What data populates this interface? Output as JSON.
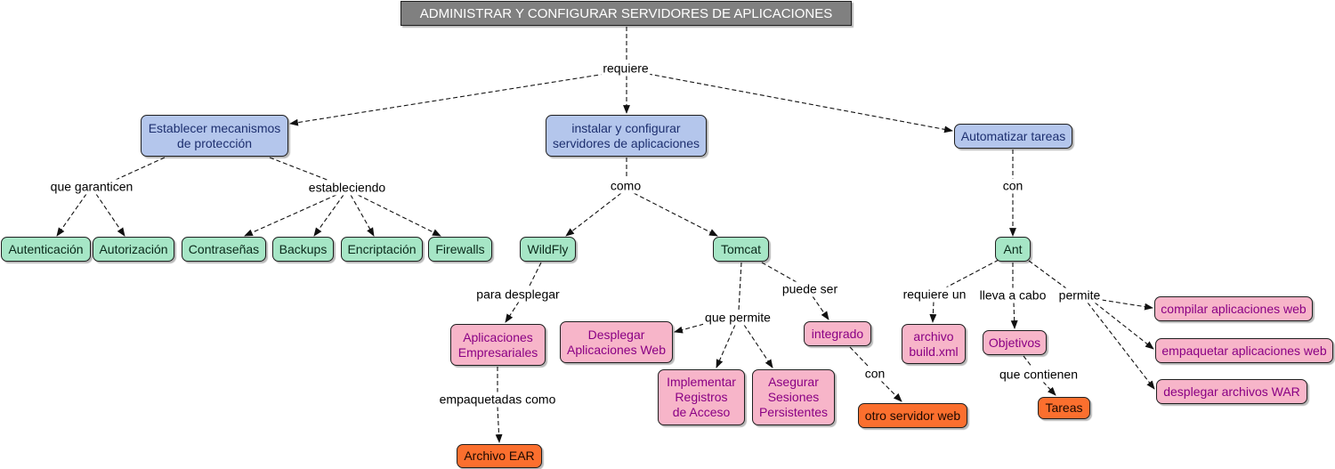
{
  "title": "ADMINISTRAR Y CONFIGURAR SERVIDORES DE APLICACIONES",
  "colors": {
    "title": "#808080",
    "blue": "#b4c6ec",
    "green": "#a6e6c6",
    "pink": "#f7b5c9",
    "orange": "#fb6f2e"
  },
  "concepts": {
    "root": "ADMINISTRAR Y CONFIGURAR SERVIDORES DE APLICACIONES",
    "mecanismos": "Establecer mecanismos\nde protección",
    "instalar": "instalar y configurar\nservidores de aplicaciones",
    "automatizar": "Automatizar tareas",
    "autenticacion": "Autenticación",
    "autorizacion": "Autorización",
    "contrasenas": "Contraseñas",
    "backups": "Backups",
    "encriptacion": "Encriptación",
    "firewalls": "Firewalls",
    "wildfly": "WildFly",
    "tomcat": "Tomcat",
    "ant": "Ant",
    "aplicaciones_empresariales": "Aplicaciones\nEmpresariales",
    "archivo_ear": "Archivo EAR",
    "desplegar_web": "Desplegar\nAplicaciones Web",
    "implementar_registros": "Implementar\nRegistros\nde Acceso",
    "asegurar_sesiones": "Asegurar\nSesiones\nPersistentes",
    "integrado": "integrado",
    "otro_servidor": "otro servidor web",
    "archivo_build": "archivo\nbuild.xml",
    "objetivos": "Objetivos",
    "tareas": "Tareas",
    "compilar": "compilar aplicaciones web",
    "empaquetar": "empaquetar aplicaciones web",
    "desplegar_war": "desplegar archivos WAR"
  },
  "links": {
    "requiere": "requiere",
    "que_garanticen": "que garanticen",
    "estableciendo": "estableciendo",
    "como": "como",
    "con_ant": "con",
    "para_desplegar": "para desplegar",
    "que_permite": "que permite",
    "puede_ser": "puede ser",
    "empaquetadas_como": "empaquetadas como",
    "con_integrado": "con",
    "requiere_un": "requiere un",
    "lleva_a_cabo": "lleva a cabo",
    "permite": "permite",
    "que_contienen": "que contienen"
  }
}
